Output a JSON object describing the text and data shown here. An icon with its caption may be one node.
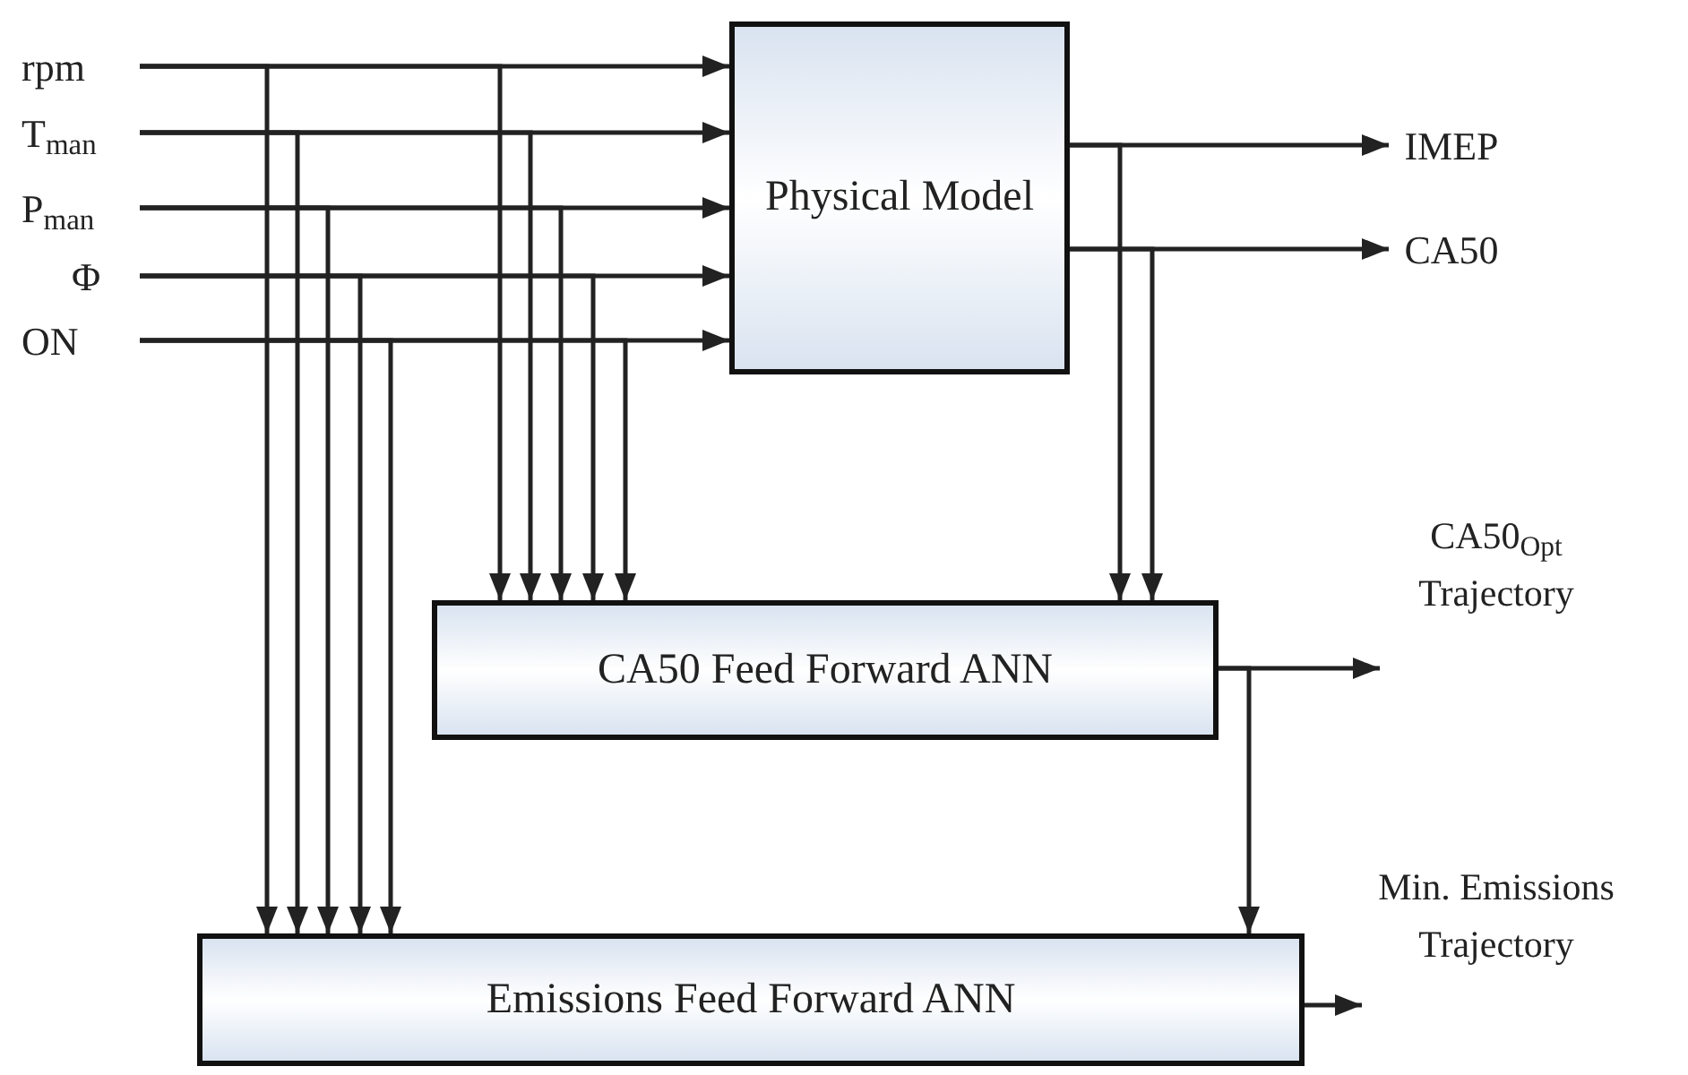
{
  "diagram": {
    "nodes": [
      {
        "text": [
          "rpm"
        ]
      },
      {
        "text": [
          "T$_{man}$"
        ]
      },
      {
        "text": [
          "P$_{man}$"
        ]
      },
      {
        "text": [
          "Φ"
        ]
      },
      {
        "text": [
          "ON"
        ]
      },
      {
        "text": [
          "Physical Model"
        ]
      },
      {
        "text": [
          "IMEP"
        ]
      },
      {
        "text": [
          "CA50"
        ]
      },
      {
        "text": [
          "CA50 Feed Forward ANN"
        ]
      },
      {
        "text": [
          "CA50$_{Opt}$ Trajectory"
        ]
      },
      {
        "text": [
          "Emissions Feed Forward ANN"
        ]
      },
      {
        "text": [
          "Min. Emissions Trajectory"
        ]
      }
    ],
    "edges": [
      {
        "from": 0,
        "to": 5,
        "arrow": "to"
      },
      {
        "from": 1,
        "to": 5,
        "arrow": "to"
      },
      {
        "from": 2,
        "to": 5,
        "arrow": "to"
      },
      {
        "from": 3,
        "to": 5,
        "arrow": "to"
      },
      {
        "from": 4,
        "to": 5,
        "arrow": "to"
      },
      {
        "from": 0,
        "to": 8,
        "arrow": "to"
      },
      {
        "from": 1,
        "to": 8,
        "arrow": "to"
      },
      {
        "from": 2,
        "to": 8,
        "arrow": "to"
      },
      {
        "from": 3,
        "to": 8,
        "arrow": "to"
      },
      {
        "from": 4,
        "to": 8,
        "arrow": "to"
      },
      {
        "from": 0,
        "to": 10,
        "arrow": "to"
      },
      {
        "from": 1,
        "to": 10,
        "arrow": "to"
      },
      {
        "from": 2,
        "to": 10,
        "arrow": "to"
      },
      {
        "from": 3,
        "to": 10,
        "arrow": "to"
      },
      {
        "from": 4,
        "to": 10,
        "arrow": "to"
      },
      {
        "from": 5,
        "to": 6,
        "arrow": "to"
      },
      {
        "from": 5,
        "to": 7,
        "arrow": "to"
      },
      {
        "from": 5,
        "to": 8,
        "arrow": "to"
      },
      {
        "from": 5,
        "to": 8,
        "arrow": "to"
      },
      {
        "from": 8,
        "to": 9,
        "arrow": "to"
      },
      {
        "from": 8,
        "to": 10,
        "arrow": "to"
      },
      {
        "from": 10,
        "to": 11,
        "arrow": "to"
      }
    ]
  }
}
